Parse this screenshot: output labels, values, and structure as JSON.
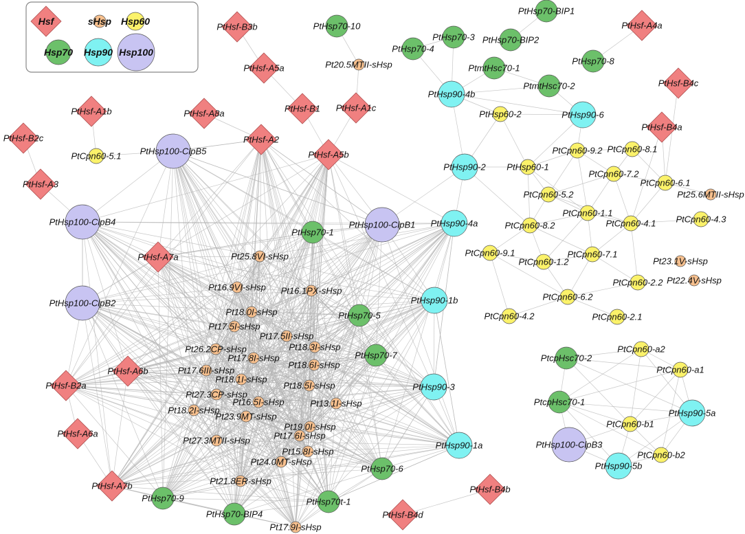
{
  "colors": {
    "Hsf": "#f08080",
    "sHsp": "#f7c08e",
    "Hsp60": "#fbf26a",
    "Hsp70": "#6cc06a",
    "Hsp90": "#7ff2f2",
    "Hsp100": "#c8c4f2",
    "edge": "#b4b4b4",
    "border": "#555555"
  },
  "legend": {
    "items": [
      {
        "type": "Hsf",
        "label": "Hsf"
      },
      {
        "type": "sHsp",
        "label": "sHsp"
      },
      {
        "type": "Hsp60",
        "label": "Hsp60"
      },
      {
        "type": "Hsp70",
        "label": "Hsp70"
      },
      {
        "type": "Hsp90",
        "label": "Hsp90"
      },
      {
        "type": "Hsp100",
        "label": "Hsp100"
      }
    ]
  },
  "nodes": [
    {
      "id": "PtHsf-B3b",
      "type": "Hsf"
    },
    {
      "id": "PtHsf-A5a",
      "type": "Hsf"
    },
    {
      "id": "PtHsf-B1",
      "type": "Hsf"
    },
    {
      "id": "PtHsf-A1c",
      "type": "Hsf"
    },
    {
      "id": "PtHsf-A1b",
      "type": "Hsf"
    },
    {
      "id": "PtHsf-A8a",
      "type": "Hsf"
    },
    {
      "id": "PtHsf-A2",
      "type": "Hsf"
    },
    {
      "id": "PtHsf-A5b",
      "type": "Hsf"
    },
    {
      "id": "PtHsf-B2c",
      "type": "Hsf"
    },
    {
      "id": "PtHsf-A3",
      "type": "Hsf"
    },
    {
      "id": "PtHsf-A7a",
      "type": "Hsf"
    },
    {
      "id": "PtHsf-A6b",
      "type": "Hsf"
    },
    {
      "id": "PtHsf-B2a",
      "type": "Hsf"
    },
    {
      "id": "PtHsf-A6a",
      "type": "Hsf"
    },
    {
      "id": "PtHsf-A7b",
      "type": "Hsf"
    },
    {
      "id": "PtHsf-A4a",
      "type": "Hsf"
    },
    {
      "id": "PtHsf-B4c",
      "type": "Hsf"
    },
    {
      "id": "PtHsf-B4a",
      "type": "Hsf"
    },
    {
      "id": "PtHsf-B4b",
      "type": "Hsf"
    },
    {
      "id": "PtHsf-B4d",
      "type": "Hsf"
    },
    {
      "id": "Pt20.5MTII-sHsp",
      "type": "sHsp"
    },
    {
      "id": "Pt25.8VI-sHsp",
      "type": "sHsp"
    },
    {
      "id": "Pt16.9VI-sHsp",
      "type": "sHsp"
    },
    {
      "id": "Pt16.1PX-sHsp",
      "type": "sHsp"
    },
    {
      "id": "Pt18.0I-sHsp",
      "type": "sHsp"
    },
    {
      "id": "Pt17.5I-sHsp",
      "type": "sHsp"
    },
    {
      "id": "Pt17.5II-sHsp",
      "type": "sHsp"
    },
    {
      "id": "Pt26.2CP-sHsp",
      "type": "sHsp"
    },
    {
      "id": "Pt18.3I-sHsp",
      "type": "sHsp"
    },
    {
      "id": "Pt17.8I-sHsp",
      "type": "sHsp"
    },
    {
      "id": "Pt18.6I-sHsp",
      "type": "sHsp"
    },
    {
      "id": "Pt17.6III-sHsp",
      "type": "sHsp"
    },
    {
      "id": "Pt18.1I-sHsp",
      "type": "sHsp"
    },
    {
      "id": "Pt18.5I-sHsp",
      "type": "sHsp"
    },
    {
      "id": "Pt27.3CP-sHsp",
      "type": "sHsp"
    },
    {
      "id": "Pt16.5I-sHsp",
      "type": "sHsp"
    },
    {
      "id": "Pt13.1I-sHsp",
      "type": "sHsp"
    },
    {
      "id": "Pt18.2I-sHsp",
      "type": "sHsp"
    },
    {
      "id": "Pt23.9MT-sHsp",
      "type": "sHsp"
    },
    {
      "id": "Pt19.0I-sHsp",
      "type": "sHsp"
    },
    {
      "id": "Pt27.3MTII-sHsp",
      "type": "sHsp"
    },
    {
      "id": "Pt17.6I-sHsp",
      "type": "sHsp"
    },
    {
      "id": "Pt15.8I-sHsp",
      "type": "sHsp"
    },
    {
      "id": "Pt24.0MT-sHsp",
      "type": "sHsp"
    },
    {
      "id": "Pt21.8ER-sHsp",
      "type": "sHsp"
    },
    {
      "id": "Pt17.9I-sHsp",
      "type": "sHsp"
    },
    {
      "id": "Pt25.6MTII-sHsp",
      "type": "sHsp"
    },
    {
      "id": "Pt23.1V-sHsp",
      "type": "sHsp"
    },
    {
      "id": "Pt22.4V-sHsp",
      "type": "sHsp"
    },
    {
      "id": "PtCpn60-5.1",
      "type": "Hsp60"
    },
    {
      "id": "PtHsp60-2",
      "type": "Hsp60"
    },
    {
      "id": "PtHsp60-1",
      "type": "Hsp60"
    },
    {
      "id": "PtCpn60-9.2",
      "type": "Hsp60"
    },
    {
      "id": "PtCpn60-8.1",
      "type": "Hsp60"
    },
    {
      "id": "PtCpn60-7.2",
      "type": "Hsp60"
    },
    {
      "id": "PtCpn60-6.1",
      "type": "Hsp60"
    },
    {
      "id": "PtCpn60-5.2",
      "type": "Hsp60"
    },
    {
      "id": "PtCpn60-1.1",
      "type": "Hsp60"
    },
    {
      "id": "PtCpn60-4.1",
      "type": "Hsp60"
    },
    {
      "id": "PtCpn60-4.3",
      "type": "Hsp60"
    },
    {
      "id": "PtCpn60-8.2",
      "type": "Hsp60"
    },
    {
      "id": "PtCpn60-9.1",
      "type": "Hsp60"
    },
    {
      "id": "PtCpn60-1.2",
      "type": "Hsp60"
    },
    {
      "id": "PtCpn60-7.1",
      "type": "Hsp60"
    },
    {
      "id": "PtCpn60-2.2",
      "type": "Hsp60"
    },
    {
      "id": "PtCpn60-6.2",
      "type": "Hsp60"
    },
    {
      "id": "PtCpn60-4.2",
      "type": "Hsp60"
    },
    {
      "id": "PtCpn60-2.1",
      "type": "Hsp60"
    },
    {
      "id": "PtCpn60-a2",
      "type": "Hsp60"
    },
    {
      "id": "PtCpn60-a1",
      "type": "Hsp60"
    },
    {
      "id": "PtCpn60-b1",
      "type": "Hsp60"
    },
    {
      "id": "PtCpn60-b2",
      "type": "Hsp60"
    },
    {
      "id": "PtHsp70-10",
      "type": "Hsp70"
    },
    {
      "id": "PtHsp70-3",
      "type": "Hsp70"
    },
    {
      "id": "PtHsp70-4",
      "type": "Hsp70"
    },
    {
      "id": "PtHsp70-BIP1",
      "type": "Hsp70"
    },
    {
      "id": "PtHsp70-BIP2",
      "type": "Hsp70"
    },
    {
      "id": "PtHsp70-8",
      "type": "Hsp70"
    },
    {
      "id": "PtmtHsc70-1",
      "type": "Hsp70"
    },
    {
      "id": "PtmtHsc70-2",
      "type": "Hsp70"
    },
    {
      "id": "PtHsp70-1",
      "type": "Hsp70"
    },
    {
      "id": "PtHsp70-5",
      "type": "Hsp70"
    },
    {
      "id": "PtHsp70-7",
      "type": "Hsp70"
    },
    {
      "id": "PtHsp70-6",
      "type": "Hsp70"
    },
    {
      "id": "PtHsp70-9",
      "type": "Hsp70"
    },
    {
      "id": "PtHsp70-BIP4",
      "type": "Hsp70"
    },
    {
      "id": "PtHsp70t-1",
      "type": "Hsp70"
    },
    {
      "id": "PtcpHsc70-2",
      "type": "Hsp70"
    },
    {
      "id": "PtcpHsc70-1",
      "type": "Hsp70"
    },
    {
      "id": "PtHsp90-4b",
      "type": "Hsp90"
    },
    {
      "id": "PtHsp90-6",
      "type": "Hsp90"
    },
    {
      "id": "PtHsp90-2",
      "type": "Hsp90"
    },
    {
      "id": "PtHsp90-4a",
      "type": "Hsp90"
    },
    {
      "id": "PtHsp90-1b",
      "type": "Hsp90"
    },
    {
      "id": "PtHsp90-3",
      "type": "Hsp90"
    },
    {
      "id": "PtHsp90-1a",
      "type": "Hsp90"
    },
    {
      "id": "PtHsp90-5a",
      "type": "Hsp90"
    },
    {
      "id": "PtHsp90-5b",
      "type": "Hsp90"
    },
    {
      "id": "PtHsp100-ClpB5",
      "type": "Hsp100"
    },
    {
      "id": "PtHsp100-ClpB4",
      "type": "Hsp100"
    },
    {
      "id": "PtHsp100-ClpB1",
      "type": "Hsp100"
    },
    {
      "id": "PtHsp100-ClpB2",
      "type": "Hsp100"
    },
    {
      "id": "PtHsp100-ClpB3",
      "type": "Hsp100"
    }
  ],
  "edges": [
    [
      "PtHsf-B3b",
      "PtHsf-A5a"
    ],
    [
      "PtHsf-A5a",
      "PtHsf-B1"
    ],
    [
      "PtHsf-B1",
      "PtHsf-A5b"
    ],
    [
      "PtHsf-A1c",
      "PtHsf-A5b"
    ],
    [
      "Pt20.5MTII-sHsp",
      "PtHsf-A1c"
    ],
    [
      "PtHsp70-10",
      "Pt20.5MTII-sHsp"
    ],
    [
      "PtHsf-A1b",
      "PtCpn60-5.1"
    ],
    [
      "PtCpn60-5.1",
      "PtHsp100-ClpB5"
    ],
    [
      "PtHsf-B2c",
      "PtHsf-A3"
    ],
    [
      "PtHsf-A3",
      "PtHsp100-ClpB4"
    ],
    [
      "PtHsf-A8a",
      "PtHsf-A2"
    ],
    [
      "PtHsf-A2",
      "PtHsp100-ClpB5"
    ],
    [
      "PtHsf-A2",
      "PtHsp100-ClpB1"
    ],
    [
      "PtHsf-A2",
      "PtHsp70-1"
    ],
    [
      "PtHsp100-ClpB5",
      "PtHsp100-ClpB4"
    ],
    [
      "PtHsp100-ClpB5",
      "PtHsp100-ClpB1"
    ],
    [
      "PtHsp100-ClpB4",
      "PtHsp100-ClpB2"
    ],
    [
      "PtHsp100-ClpB4",
      "PtHsp100-ClpB1"
    ],
    [
      "PtHsp100-ClpB1",
      "PtHsp70-1"
    ],
    [
      "PtHsp100-ClpB1",
      "PtHsp90-4a"
    ],
    [
      "PtHsp100-ClpB1",
      "PtHsp90-2"
    ],
    [
      "PtHsf-A5b",
      "PtHsp100-ClpB1"
    ],
    [
      "PtHsf-A5b",
      "PtHsp70-1"
    ],
    [
      "PtHsp90-4a",
      "PtHsp90-2"
    ],
    [
      "PtHsp90-4a",
      "PtHsp90-1b"
    ],
    [
      "PtHsp90-4a",
      "PtHsp90-3"
    ],
    [
      "PtHsp90-4a",
      "PtHsp70-5"
    ],
    [
      "PtHsp90-4a",
      "PtHsp70-7"
    ],
    [
      "PtHsp90-1b",
      "PtHsp90-3"
    ],
    [
      "PtHsp90-3",
      "PtHsp90-1a"
    ],
    [
      "PtHsp90-1b",
      "PtHsp90-1a"
    ],
    [
      "PtHsp90-1a",
      "PtHsp70-6"
    ],
    [
      "PtHsp90-1a",
      "PtHsp70t-1"
    ],
    [
      "PtHsp90-3",
      "PtHsp70-6"
    ],
    [
      "PtHsp70-6",
      "PtHsp70t-1"
    ],
    [
      "PtHsp70t-1",
      "PtHsp70-BIP4"
    ],
    [
      "PtHsp70-9",
      "PtHsp70-BIP4"
    ],
    [
      "PtHsp70-9",
      "PtHsf-A7b"
    ],
    [
      "PtHsf-A7b",
      "PtHsp70t-1"
    ],
    [
      "PtHsp70t-1",
      "Pt17.9I-sHsp"
    ],
    [
      "PtHsp70-9",
      "Pt21.8ER-sHsp"
    ],
    [
      "PtHsf-A6a",
      "PtHsf-B2a"
    ],
    [
      "PtHsf-A6a",
      "PtHsf-A7b"
    ],
    [
      "PtHsf-B2a",
      "PtHsf-A6b"
    ],
    [
      "PtHsp100-ClpB2",
      "PtHsf-B2a"
    ],
    [
      "PtHsp100-ClpB2",
      "PtHsf-A7a"
    ],
    [
      "PtHsp100-ClpB2",
      "PtHsf-A6b"
    ],
    [
      "PtHsp100-ClpB2",
      "PtHsp70-9"
    ],
    [
      "PtHsf-A7a",
      "PtHsp70-1"
    ],
    [
      "PtHsf-B4b",
      "PtHsf-B4d"
    ],
    [
      "PtHsp70-4",
      "PtHsp70-3"
    ],
    [
      "PtHsp70-4",
      "PtHsp90-4b"
    ],
    [
      "PtHsp70-3",
      "PtHsp90-4b"
    ],
    [
      "PtHsp70-BIP1",
      "PtHsp70-BIP2"
    ],
    [
      "PtmtHsc70-1",
      "PtmtHsc70-2"
    ],
    [
      "PtmtHsc70-1",
      "PtHsp90-4b"
    ],
    [
      "PtmtHsc70-2",
      "PtHsp90-4b"
    ],
    [
      "PtmtHsc70-2",
      "PtHsp90-6"
    ],
    [
      "PtHsp90-4b",
      "PtHsp60-2"
    ],
    [
      "PtHsp90-4b",
      "PtHsp90-6"
    ],
    [
      "PtHsp90-4b",
      "PtHsp90-2"
    ],
    [
      "PtHsp60-2",
      "PtHsp90-6"
    ],
    [
      "PtHsp60-2",
      "PtHsp90-2"
    ],
    [
      "PtHsp60-2",
      "PtHsp60-1"
    ],
    [
      "PtHsp90-6",
      "PtHsp60-1"
    ],
    [
      "PtHsp90-6",
      "PtCpn60-9.2"
    ],
    [
      "PtHsp90-2",
      "PtHsp60-1"
    ],
    [
      "PtHsp90-2",
      "PtCpn60-8.2"
    ],
    [
      "PtHsp60-1",
      "PtCpn60-9.2"
    ],
    [
      "PtHsp60-1",
      "PtCpn60-5.2"
    ],
    [
      "PtHsp60-1",
      "PtCpn60-1.1"
    ],
    [
      "PtHsp60-1",
      "PtCpn60-8.2"
    ],
    [
      "PtHsp70-8",
      "PtHsf-A4a"
    ],
    [
      "PtHsf-B4c",
      "PtCpn60-6.1"
    ],
    [
      "PtHsf-B4a",
      "PtCpn60-6.1"
    ],
    [
      "PtHsf-B4a",
      "PtCpn60-4.1"
    ],
    [
      "PtCpn60-6.1",
      "Pt25.6MTII-sHsp"
    ],
    [
      "PtCpn60-9.2",
      "PtCpn60-8.1"
    ],
    [
      "PtCpn60-9.2",
      "PtCpn60-7.2"
    ],
    [
      "PtCpn60-9.2",
      "PtCpn60-5.2"
    ],
    [
      "PtCpn60-8.1",
      "PtCpn60-7.2"
    ],
    [
      "PtCpn60-8.1",
      "PtCpn60-6.1"
    ],
    [
      "PtCpn60-7.2",
      "PtCpn60-6.1"
    ],
    [
      "PtCpn60-7.2",
      "PtCpn60-1.1"
    ],
    [
      "PtCpn60-7.2",
      "PtCpn60-4.1"
    ],
    [
      "PtCpn60-7.2",
      "PtCpn60-5.2"
    ],
    [
      "PtCpn60-6.1",
      "PtCpn60-4.1"
    ],
    [
      "PtCpn60-5.2",
      "PtCpn60-1.1"
    ],
    [
      "PtCpn60-5.2",
      "PtCpn60-8.2"
    ],
    [
      "PtCpn60-1.1",
      "PtCpn60-4.1"
    ],
    [
      "PtCpn60-1.1",
      "PtCpn60-8.2"
    ],
    [
      "PtCpn60-1.1",
      "PtCpn60-1.2"
    ],
    [
      "PtCpn60-1.1",
      "PtCpn60-7.1"
    ],
    [
      "PtCpn60-4.1",
      "PtCpn60-4.3"
    ],
    [
      "PtCpn60-4.1",
      "PtCpn60-7.1"
    ],
    [
      "PtCpn60-4.1",
      "PtCpn60-2.2"
    ],
    [
      "PtCpn60-8.2",
      "PtCpn60-9.1"
    ],
    [
      "PtCpn60-8.2",
      "PtCpn60-1.2"
    ],
    [
      "PtCpn60-8.2",
      "PtCpn60-7.1"
    ],
    [
      "PtCpn60-9.1",
      "PtCpn60-1.2"
    ],
    [
      "PtCpn60-9.1",
      "PtCpn60-4.2"
    ],
    [
      "PtCpn60-9.1",
      "PtCpn60-6.2"
    ],
    [
      "PtCpn60-1.2",
      "PtCpn60-7.1"
    ],
    [
      "PtCpn60-1.2",
      "PtCpn60-6.2"
    ],
    [
      "PtCpn60-7.1",
      "PtCpn60-6.2"
    ],
    [
      "PtCpn60-7.1",
      "PtCpn60-2.2"
    ],
    [
      "PtCpn60-2.2",
      "PtCpn60-6.2"
    ],
    [
      "PtCpn60-6.2",
      "PtCpn60-2.1"
    ],
    [
      "PtCpn60-6.2",
      "PtCpn60-4.2"
    ],
    [
      "PtCpn60-5.2",
      "PtCpn60-4.1"
    ],
    [
      "PtCpn60-9.2",
      "PtCpn60-1.1"
    ],
    [
      "PtcpHsc70-2",
      "PtCpn60-a2"
    ],
    [
      "PtcpHsc70-2",
      "PtCpn60-a1"
    ],
    [
      "PtcpHsc70-2",
      "PtcpHsc70-1"
    ],
    [
      "PtcpHsc70-2",
      "PtCpn60-b1"
    ],
    [
      "PtcpHsc70-2",
      "PtHsp90-5a"
    ],
    [
      "PtCpn60-a2",
      "PtCpn60-a1"
    ],
    [
      "PtCpn60-a2",
      "PtcpHsc70-1"
    ],
    [
      "PtCpn60-a2",
      "PtCpn60-b1"
    ],
    [
      "PtCpn60-a2",
      "PtHsp90-5a"
    ],
    [
      "PtCpn60-a1",
      "PtHsp90-5a"
    ],
    [
      "PtCpn60-a1",
      "PtcpHsc70-1"
    ],
    [
      "PtCpn60-a1",
      "PtCpn60-b1"
    ],
    [
      "PtCpn60-a1",
      "PtCpn60-b2"
    ],
    [
      "PtcpHsc70-1",
      "PtCpn60-b1"
    ],
    [
      "PtcpHsc70-1",
      "PtHsp90-5a"
    ],
    [
      "PtcpHsc70-1",
      "PtHsp100-ClpB3"
    ],
    [
      "PtcpHsc70-1",
      "PtHsp90-5b"
    ],
    [
      "PtcpHsc70-1",
      "PtCpn60-b2"
    ],
    [
      "PtCpn60-b1",
      "PtHsp90-5a"
    ],
    [
      "PtCpn60-b1",
      "PtCpn60-b2"
    ],
    [
      "PtCpn60-b1",
      "PtHsp90-5b"
    ],
    [
      "PtCpn60-b1",
      "PtHsp100-ClpB3"
    ],
    [
      "PtHsp90-5a",
      "PtCpn60-b2"
    ],
    [
      "PtHsp90-5a",
      "PtHsp90-5b"
    ],
    [
      "PtHsp100-ClpB3",
      "PtHsp90-5b"
    ],
    [
      "PtHsp90-5b",
      "PtCpn60-b2"
    ]
  ]
}
